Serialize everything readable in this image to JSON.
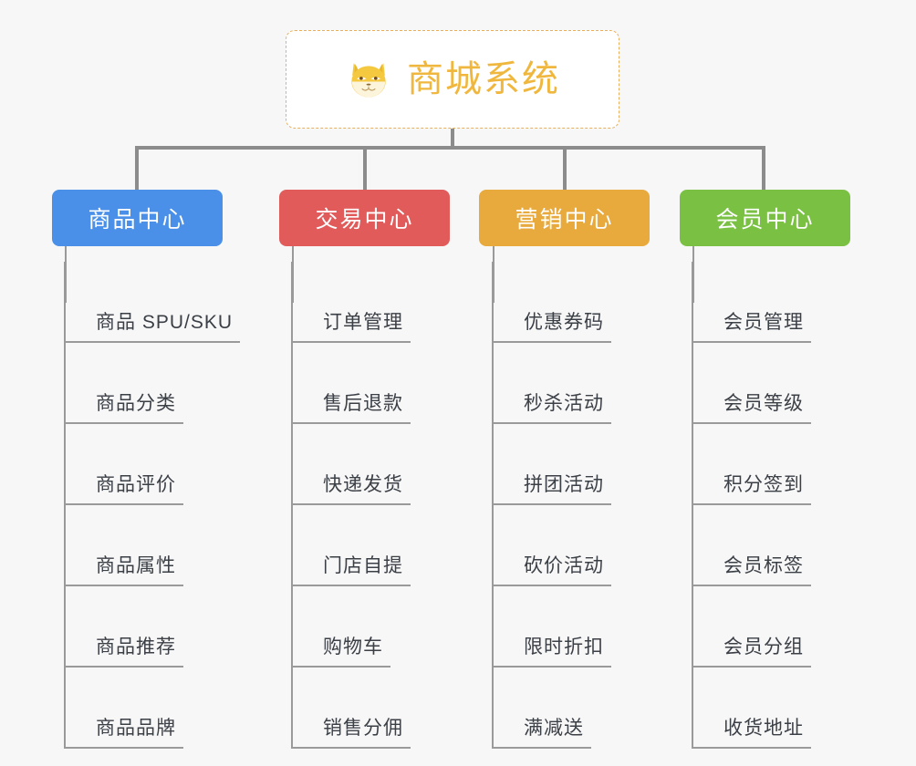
{
  "diagram": {
    "type": "mindmap",
    "background_color": "#f7f7f7",
    "root": {
      "title": "商城系统",
      "icon": "shiba-dog-emoji",
      "text_color": "#f0b73e",
      "border_color": "#e8b05c",
      "border_style": "dashed"
    },
    "branches": [
      {
        "label": "商品中心",
        "color": "#4a90e8",
        "items": [
          "商品 SPU/SKU",
          "商品分类",
          "商品评价",
          "商品属性",
          "商品推荐",
          "商品品牌"
        ]
      },
      {
        "label": "交易中心",
        "color": "#e15b5b",
        "items": [
          "订单管理",
          "售后退款",
          "快递发货",
          "门店自提",
          "购物车",
          "销售分佣"
        ]
      },
      {
        "label": "营销中心",
        "color": "#e8a93d",
        "items": [
          "优惠券码",
          "秒杀活动",
          "拼团活动",
          "砍价活动",
          "限时折扣",
          "满减送"
        ]
      },
      {
        "label": "会员中心",
        "color": "#7ac143",
        "items": [
          "会员管理",
          "会员等级",
          "积分签到",
          "会员标签",
          "会员分组",
          "收货地址"
        ]
      }
    ],
    "connector_color": "#8c8c8c",
    "leaf_line_color": "#9a9a9a",
    "leaf_text_color": "#3b3f46"
  }
}
